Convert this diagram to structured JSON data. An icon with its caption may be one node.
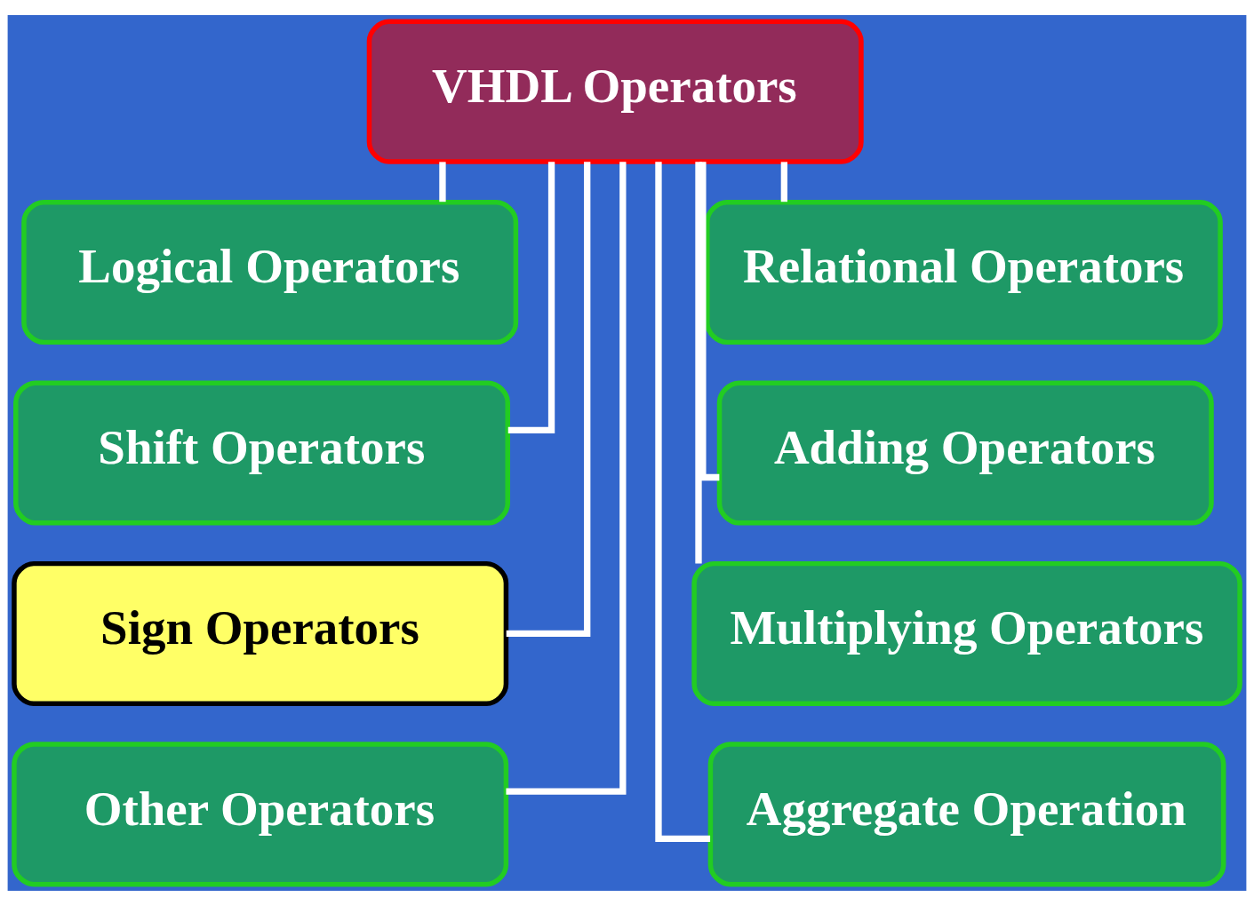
{
  "diagram": {
    "nodes": [
      {
        "text": [
          "VHDL Operators"
        ]
      },
      {
        "text": [
          "Logical Operators"
        ]
      },
      {
        "text": [
          "Relational Operators"
        ]
      },
      {
        "text": [
          "Shift Operators"
        ]
      },
      {
        "text": [
          "Adding Operators"
        ]
      },
      {
        "text": [
          "Sign Operators"
        ]
      },
      {
        "text": [
          "Multiplying Operators"
        ]
      },
      {
        "text": [
          "Other Operators"
        ]
      },
      {
        "text": [
          "Aggregate Operation"
        ]
      }
    ],
    "edges": [
      {
        "from": 0,
        "to": 1,
        "arrow": "none"
      },
      {
        "from": 0,
        "to": 2,
        "arrow": "none"
      },
      {
        "from": 0,
        "to": 3,
        "arrow": "none"
      },
      {
        "from": 0,
        "to": 4,
        "arrow": "none"
      },
      {
        "from": 0,
        "to": 5,
        "arrow": "none"
      },
      {
        "from": 0,
        "to": 6,
        "arrow": "none"
      },
      {
        "from": 0,
        "to": 7,
        "arrow": "none"
      },
      {
        "from": 0,
        "to": 8,
        "arrow": "none"
      }
    ]
  }
}
